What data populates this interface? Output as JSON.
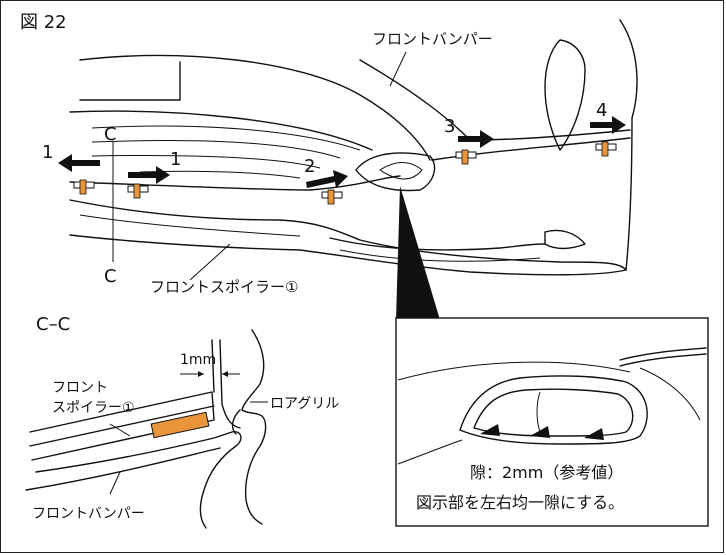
{
  "figure_label": "図 22",
  "labels": {
    "front_bumper_top": "フロントバンパー",
    "front_spoiler": "フロントスポイラー①",
    "section_letter_top": "C",
    "section_letter_bottom": "C",
    "section_title": "C–C",
    "gap_1mm": "1mm",
    "lower_grille": "ロアグリル",
    "spoiler_left_line1": "フロント",
    "spoiler_left_line2": "スポイラー①",
    "front_bumper_bottom": "フロントバンパー"
  },
  "steps": [
    "1",
    "1",
    "2",
    "3",
    "4"
  ],
  "detail_note": {
    "gap": "隙：2mm（参考値）",
    "instruction": "図示部を左右均一隙にする。"
  },
  "colors": {
    "tape": "#e8943a",
    "outline": "#111111",
    "hatch": "#555555"
  }
}
